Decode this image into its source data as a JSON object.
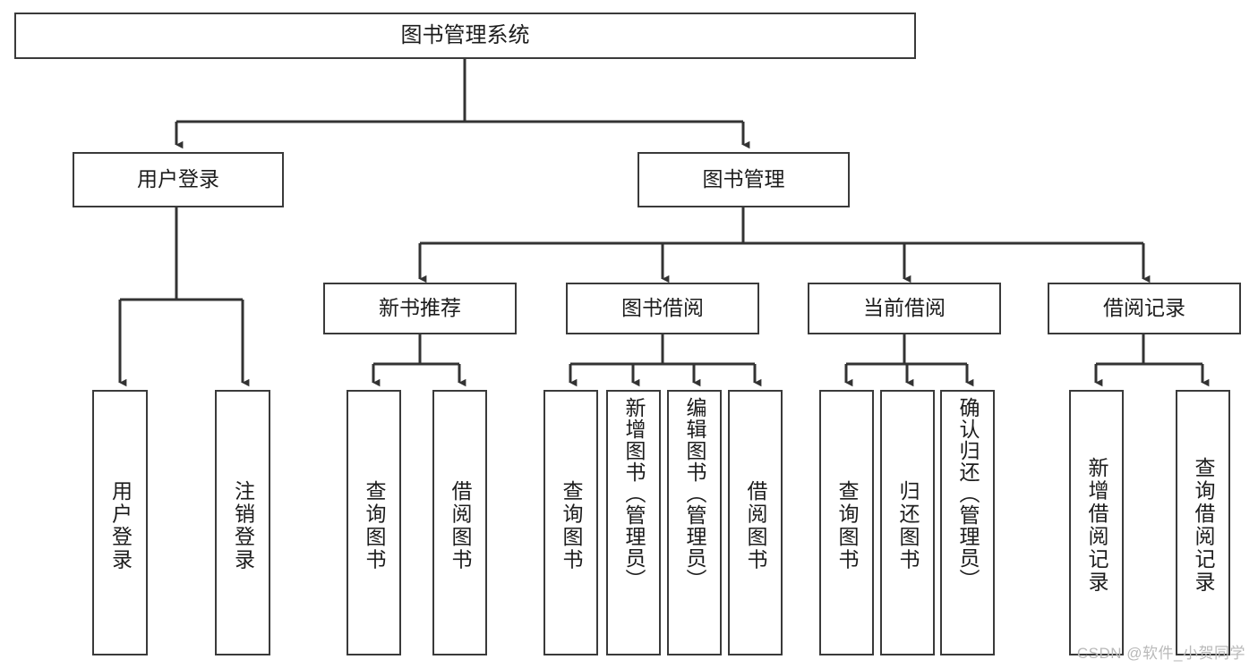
{
  "diagram": {
    "title": "图书管理系统",
    "type": "tree-hierarchy-diagram",
    "colors": {
      "box_border": "#3a3a3a",
      "box_fill": "#ffffff",
      "connector": "#333333",
      "text": "#1c1c1c",
      "watermark": "#b9b9b9"
    },
    "root": {
      "label": "图书管理系统"
    },
    "level1": [
      {
        "id": "user-login",
        "label": "用户登录"
      },
      {
        "id": "book-management",
        "label": "图书管理"
      }
    ],
    "level2": [
      {
        "id": "new-book-recommend",
        "label": "新书推荐"
      },
      {
        "id": "book-borrow",
        "label": "图书借阅"
      },
      {
        "id": "current-borrow",
        "label": "当前借阅"
      },
      {
        "id": "borrow-record",
        "label": "借阅记录"
      }
    ],
    "leaves": {
      "user_login": [
        {
          "id": "leaf-user-login",
          "label": "用户登录"
        },
        {
          "id": "leaf-logout-login",
          "label": "注销登录"
        }
      ],
      "new_book_recommend": [
        {
          "id": "leaf-query-book-1",
          "label": "查询图书"
        },
        {
          "id": "leaf-borrow-book-1",
          "label": "借阅图书"
        }
      ],
      "book_borrow": [
        {
          "id": "leaf-query-book-2",
          "label": "查询图书"
        },
        {
          "id": "leaf-add-book",
          "label": "新增图书（管理员）"
        },
        {
          "id": "leaf-edit-book",
          "label": "编辑图书（管理员）"
        },
        {
          "id": "leaf-borrow-book-2",
          "label": "借阅图书"
        }
      ],
      "current_borrow": [
        {
          "id": "leaf-query-book-3",
          "label": "查询图书"
        },
        {
          "id": "leaf-return-book",
          "label": "归还图书"
        },
        {
          "id": "leaf-confirm-return",
          "label": "确认归还（管理员）"
        }
      ],
      "borrow_record": [
        {
          "id": "leaf-add-record",
          "label": "新增借阅记录"
        },
        {
          "id": "leaf-query-record",
          "label": "查询借阅记录"
        }
      ]
    }
  },
  "watermark": {
    "text": "CSDN @软件_小贺同学"
  }
}
